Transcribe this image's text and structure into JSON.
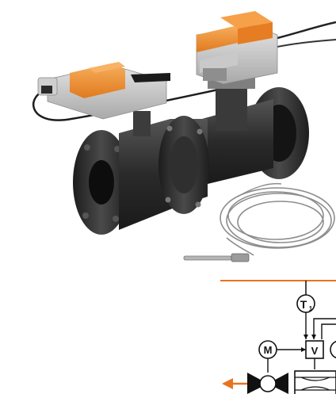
{
  "colors": {
    "accent_orange": "#e8731f",
    "actuator_orange": "#f39a3c",
    "valve_body_dark": "#2c2c2c",
    "actuator_grey": "#cfcfcf",
    "line_black": "#111111",
    "background": "#ffffff"
  },
  "schematic": {
    "temperature_sensor_symbol": "T",
    "temperature_sensor_index": "1",
    "motor_symbol": "M",
    "flow_meter_symbol": "V",
    "flow_meter_overbar": "·"
  },
  "icons": {
    "flow_direction": "arrow-left-icon",
    "motor": "motor-circle-icon",
    "sensor": "sensor-circle-icon",
    "valve": "bowtie-valve-icon"
  }
}
